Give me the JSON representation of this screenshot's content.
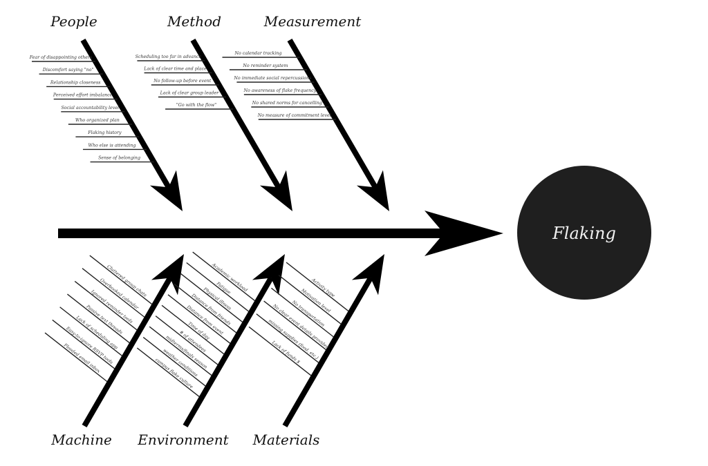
{
  "diagram": {
    "type": "fishbone",
    "effect": "Flaking",
    "colors": {
      "background": "#ffffff",
      "ink": "#000000",
      "effect_fill": "#1f1f1f",
      "effect_text": "#f2f2f2",
      "cause_text": "#333333"
    },
    "top_categories": [
      {
        "name": "People",
        "causes": [
          "Fear of disappointing others",
          "Discomfort saying \"no\"",
          "Relationship closeness",
          "Perceived effort imbalance",
          "Social accountability level",
          "Who organized plan",
          "Flaking history",
          "Who else is attending",
          "Sense of belonging"
        ]
      },
      {
        "name": "Method",
        "causes": [
          "Scheduling too far in advance",
          "Lack of clear time and place",
          "No follow-up before event",
          "Lack of clear group leader",
          "\"Go with the flow\""
        ]
      },
      {
        "name": "Measurement",
        "causes": [
          "No calendar tracking",
          "No reminder system",
          "No immediate social repercussions",
          "No awareness of flake frequency",
          "No shared norms for cancelling",
          "No measure of commitment level"
        ]
      }
    ],
    "bottom_categories": [
      {
        "name": "Machine",
        "causes": [
          "Cluttered group chats",
          "Overbooked calendar",
          "Ignored reminder tools",
          "Passive text threads",
          "Lack of scheduling app",
          "Easy-to-ignore RSVP tools",
          "Flooded email inbox"
        ]
      },
      {
        "name": "Environment",
        "causes": [
          "Academic workload",
          "Fatigue",
          "Physical illness",
          "Distance from friends",
          "Distance from event",
          "Time of day",
          "# of attendees",
          "midterms/finals season",
          "weather conditions",
          "campus flake culture"
        ]
      },
      {
        "name": "Materials",
        "causes": [
          "Activity type",
          "Motivation level",
          "No transportation",
          "No clear event details provided",
          "missing supplies (food, etc.)",
          "Lack of funds $"
        ]
      }
    ]
  }
}
